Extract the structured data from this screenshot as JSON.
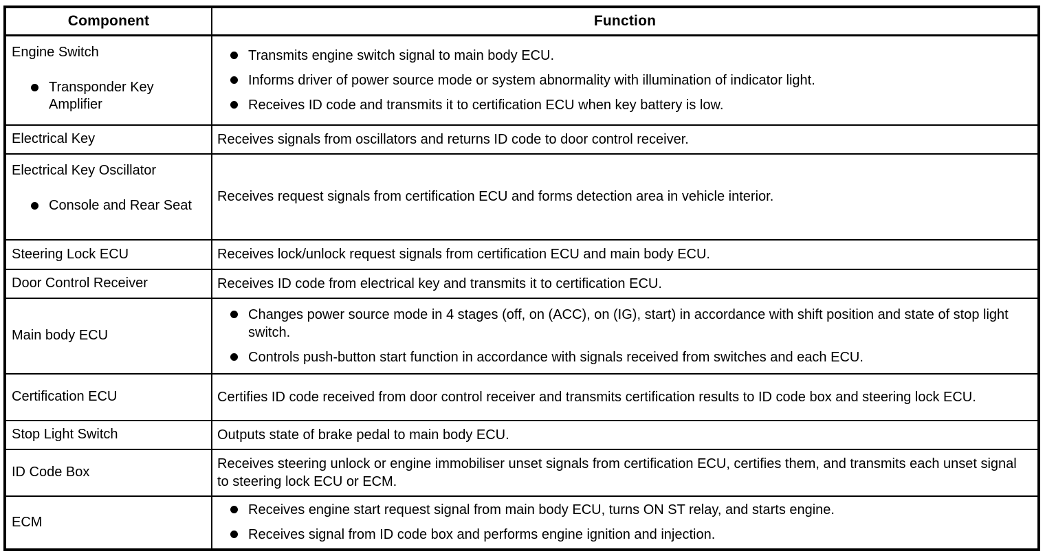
{
  "page": {
    "background_color": "#ffffff",
    "text_color": "#000000",
    "border_color": "#000000"
  },
  "table": {
    "headers": {
      "component": "Component",
      "function": "Function"
    },
    "rows": [
      {
        "component": {
          "title": "Engine Switch",
          "bullets": [
            "Transponder Key Amplifier"
          ]
        },
        "function": {
          "bullets": [
            "Transmits engine switch signal to main body ECU.",
            "Informs driver of power source mode or system abnormality with illumination of indicator light.",
            "Receives ID code and transmits it to certification ECU when key battery is low."
          ]
        }
      },
      {
        "component": {
          "title": "Electrical Key"
        },
        "function": {
          "text": "Receives signals from oscillators and returns ID code to door control receiver."
        }
      },
      {
        "component": {
          "title": "Electrical Key Oscillator",
          "bullets": [
            "Console and Rear Seat"
          ]
        },
        "function": {
          "text": "Receives request signals from certification ECU and forms detection area in vehicle interior."
        }
      },
      {
        "component": {
          "title": "Steering Lock ECU"
        },
        "function": {
          "text": "Receives lock/unlock request signals from certification ECU and main body ECU."
        }
      },
      {
        "component": {
          "title": "Door Control Receiver"
        },
        "function": {
          "text": "Receives ID code from electrical key and transmits it to certification ECU."
        }
      },
      {
        "component": {
          "title": "Main body ECU"
        },
        "function": {
          "bullets": [
            "Changes power source mode in 4 stages (off, on (ACC), on (IG), start) in accordance with shift position and state of stop light switch.",
            "Controls push-button start function in accordance with signals received from switches and each ECU."
          ]
        }
      },
      {
        "component": {
          "title": "Certification ECU"
        },
        "function": {
          "text": "Certifies ID code received from door control receiver and transmits certification results to ID code box and steering lock ECU."
        }
      },
      {
        "component": {
          "title": "Stop Light Switch"
        },
        "function": {
          "text": "Outputs state of brake pedal to main body ECU."
        }
      },
      {
        "component": {
          "title": "ID Code Box"
        },
        "function": {
          "text": "Receives steering unlock or engine immobiliser unset signals from certification ECU, certifies them, and transmits each unset signal to steering lock ECU or ECM."
        }
      },
      {
        "component": {
          "title": "ECM"
        },
        "function": {
          "bullets": [
            "Receives engine start request signal from main body ECU, turns ON ST relay, and starts engine.",
            "Receives signal from ID code box and performs engine ignition and injection."
          ]
        }
      }
    ]
  }
}
